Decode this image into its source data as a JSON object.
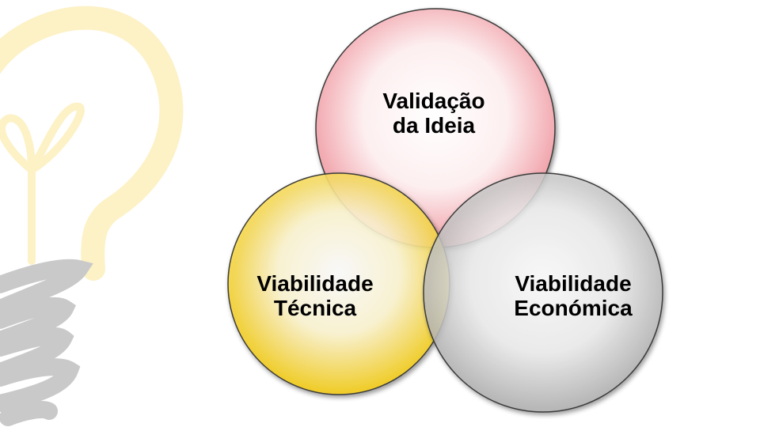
{
  "diagram": {
    "type": "venn",
    "circles": [
      {
        "id": "idea",
        "line1": "Validação",
        "line2": "da Ideia",
        "color": "#f2a4aa"
      },
      {
        "id": "technical",
        "line1": "Viabilidade",
        "line2": "Técnica",
        "color": "#f7d21c"
      },
      {
        "id": "economic",
        "line1": "Viabilidade",
        "line2": "Económica",
        "color": "#c8c8c8"
      }
    ]
  },
  "decoration": {
    "icon": "lightbulb-icon",
    "bulb_color": "#fdf1c6",
    "base_color": "#c9c9c9"
  }
}
